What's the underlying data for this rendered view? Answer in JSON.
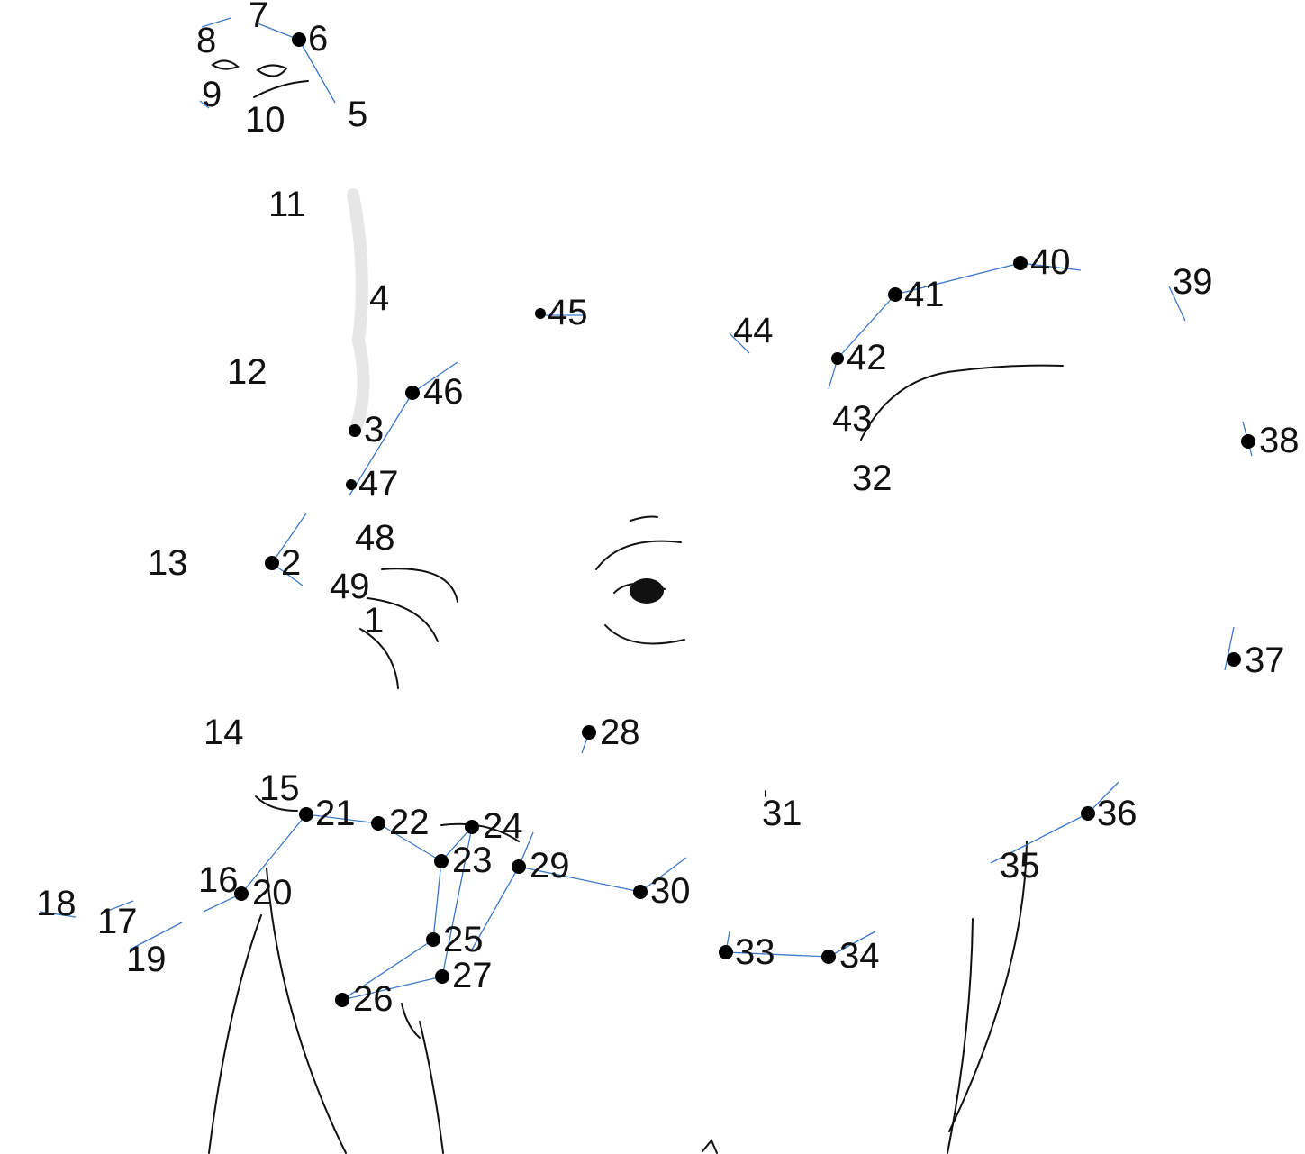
{
  "puzzle": {
    "labels": {
      "n1": "1",
      "n2": "2",
      "n3": "3",
      "n4": "4",
      "n5": "5",
      "n6": "6",
      "n7": "7",
      "n8": "8",
      "n9": "9",
      "n10": "10",
      "n11": "11",
      "n12": "12",
      "n13": "13",
      "n14": "14",
      "n15": "15",
      "n16": "16",
      "n17": "17",
      "n18": "18",
      "n19": "19",
      "n20": "20",
      "n21": "21",
      "n22": "22",
      "n23": "23",
      "n24": "24",
      "n25": "25",
      "n26": "26",
      "n27": "27",
      "n28": "28",
      "n29": "29",
      "n30": "30",
      "n31": "31",
      "n32": "32",
      "n33": "33",
      "n34": "34",
      "n35": "35",
      "n36": "36",
      "n37": "37",
      "n38": "38",
      "n39": "39",
      "n40": "40",
      "n41": "41",
      "n42": "42",
      "n43": "43",
      "n44": "44",
      "n45": "45",
      "n46": "46",
      "n47": "47",
      "n48": "48",
      "n49": "49"
    },
    "colors": {
      "line": "#111111",
      "guide": "#3b78c9",
      "dot": "#000000",
      "background": "#ffffff"
    }
  }
}
